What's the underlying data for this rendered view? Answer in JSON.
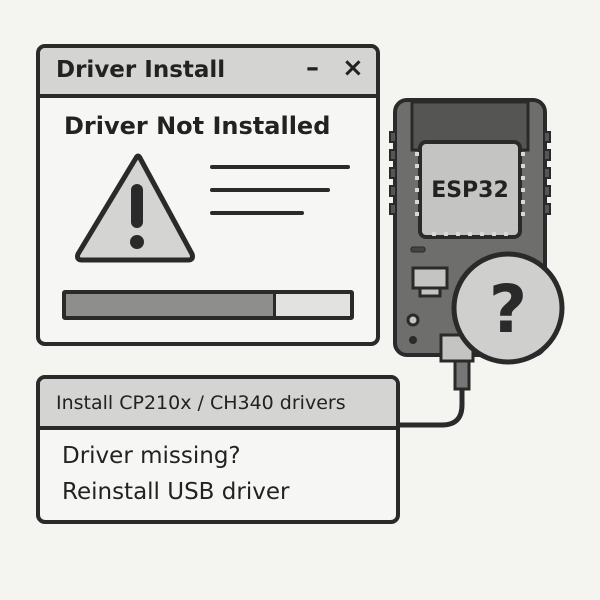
{
  "dialog_install": {
    "title": "Driver Install",
    "minimize_icon": "–",
    "close_icon": "×",
    "heading": "Driver Not Installed",
    "warning_icon": "warning-triangle",
    "progress_percent": 74
  },
  "board": {
    "chip_label": "ESP32",
    "status_icon": "question-mark",
    "question_glyph": "?"
  },
  "dialog_help": {
    "title": "Install CP210x / CH340 drivers",
    "line1": "Driver missing?",
    "line2": "Reinstall USB driver"
  },
  "colors": {
    "background": "#f4f4f1",
    "outline": "#2a2a2a",
    "titlebar": "#d4d4d2",
    "board": "#6e6e6c",
    "chip": "#c4c4c2"
  }
}
